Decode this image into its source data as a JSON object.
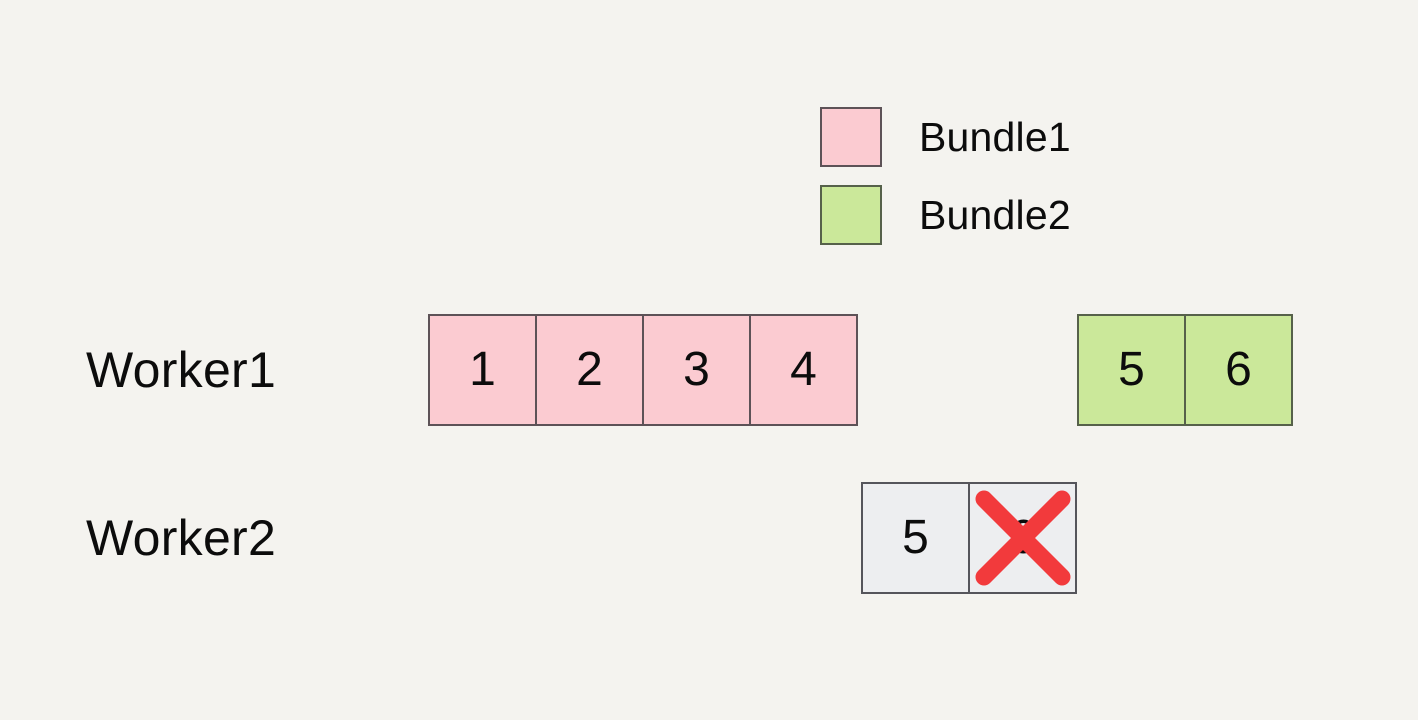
{
  "background_color": "#f4f3ef",
  "legend": {
    "items": [
      {
        "label": "Bundle1",
        "color": "#fbcbd1",
        "swatch_name": "bundle1-swatch"
      },
      {
        "label": "Bundle2",
        "color": "#cbe89a",
        "swatch_name": "bundle2-swatch"
      }
    ]
  },
  "rows": [
    {
      "label": "Worker1",
      "blocks": [
        {
          "bundle": "Bundle1",
          "color": "#fbcbd1",
          "cells": [
            "1",
            "2",
            "3",
            "4"
          ]
        },
        {
          "bundle": "Bundle2",
          "color": "#cbe89a",
          "cells": [
            "5",
            "6"
          ]
        }
      ]
    },
    {
      "label": "Worker2",
      "blocks": [
        {
          "bundle": "",
          "color": "#edeef0",
          "cells": [
            "5",
            "6"
          ],
          "crossed_out_cell": "6"
        }
      ]
    }
  ],
  "cells": {
    "w1_b1_c1": "1",
    "w1_b1_c2": "2",
    "w1_b1_c3": "3",
    "w1_b1_c4": "4",
    "w1_b2_c1": "5",
    "w1_b2_c2": "6",
    "w2_c1": "5",
    "w2_c2": "6"
  },
  "annotation": {
    "cross_color": "#f23a3c",
    "cross_name": "red-x-mark",
    "meaning": "crossed-out"
  }
}
